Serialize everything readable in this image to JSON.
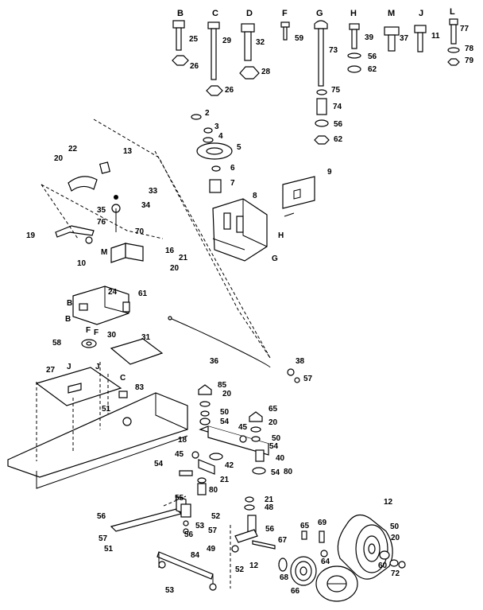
{
  "fastener_headers": [
    {
      "letter": "B"
    },
    {
      "letter": "C"
    },
    {
      "letter": "D"
    },
    {
      "letter": "F"
    },
    {
      "letter": "G"
    },
    {
      "letter": "H"
    },
    {
      "letter": "M"
    },
    {
      "letter": "J"
    },
    {
      "letter": "L"
    }
  ],
  "callouts": [
    "25",
    "26",
    "29",
    "26",
    "32",
    "28",
    "59",
    "73",
    "75",
    "74",
    "56",
    "62",
    "39",
    "56",
    "62",
    "37",
    "11",
    "77",
    "78",
    "79",
    "2",
    "3",
    "4",
    "5",
    "6",
    "7",
    "8",
    "9",
    "H",
    "G",
    "13",
    "22",
    "20",
    "33",
    "34",
    "35",
    "76",
    "70",
    "19",
    "10",
    "M",
    "16",
    "21",
    "20",
    "24",
    "B",
    "B",
    "61",
    "F",
    "F",
    "58",
    "30",
    "31",
    "C",
    "36",
    "38",
    "57",
    "27",
    "J",
    "J",
    "83",
    "51",
    "85",
    "20",
    "50",
    "54",
    "65",
    "20",
    "50",
    "45",
    "54",
    "40",
    "80",
    "18",
    "45",
    "42",
    "54",
    "21",
    "80",
    "54",
    "21",
    "48",
    "55",
    "56",
    "52",
    "53",
    "56",
    "57",
    "49",
    "56",
    "57",
    "51",
    "84",
    "53",
    "52",
    "12",
    "67",
    "68",
    "66",
    "65",
    "64",
    "69",
    "12",
    "50",
    "20",
    "60",
    "72"
  ]
}
